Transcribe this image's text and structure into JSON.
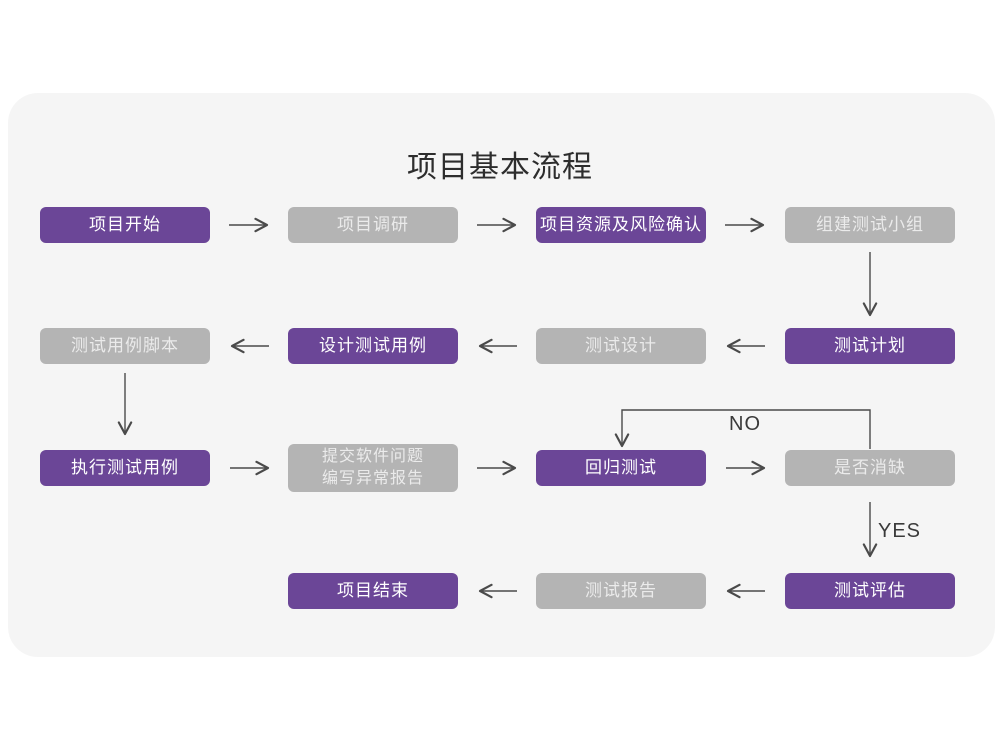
{
  "title": "项目基本流程",
  "colors": {
    "purple": "#6b4697",
    "gray": "#b4b4b4",
    "card": "#f5f5f5",
    "arrow": "#4a4a4a",
    "heading": "#2d2d2d",
    "edge_label": "#3a3a3a",
    "text_on_purple": "#ffffff",
    "text_on_gray": "#ebebeb"
  },
  "edge_labels": {
    "no": "NO",
    "yes": "YES"
  },
  "nodes": [
    {
      "label": "项目开始",
      "variant": "purple"
    },
    {
      "label": "项目调研",
      "variant": "gray"
    },
    {
      "label": "项目资源及风险确认",
      "variant": "purple"
    },
    {
      "label": "组建测试小组",
      "variant": "gray"
    },
    {
      "label": "测试计划",
      "variant": "purple"
    },
    {
      "label": "测试设计",
      "variant": "gray"
    },
    {
      "label": "设计测试用例",
      "variant": "purple"
    },
    {
      "label": "测试用例脚本",
      "variant": "gray"
    },
    {
      "label": "执行测试用例",
      "variant": "purple"
    },
    {
      "label": "提交软件问题\n编写异常报告",
      "variant": "gray"
    },
    {
      "label": "回归测试",
      "variant": "purple"
    },
    {
      "label": "是否消缺",
      "variant": "gray"
    },
    {
      "label": "测试评估",
      "variant": "purple"
    },
    {
      "label": "测试报告",
      "variant": "gray"
    },
    {
      "label": "项目结束",
      "variant": "purple"
    }
  ]
}
